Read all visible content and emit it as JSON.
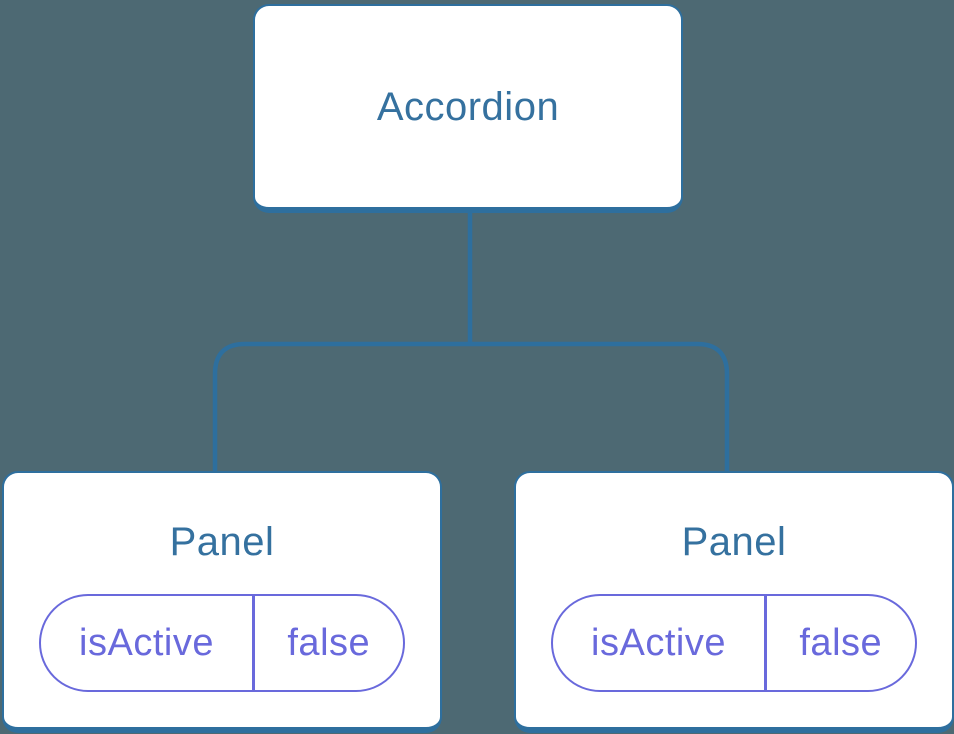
{
  "diagram": {
    "type": "component-tree",
    "root": {
      "label": "Accordion"
    },
    "children": [
      {
        "label": "Panel",
        "state": {
          "key": "isActive",
          "value": "false"
        }
      },
      {
        "label": "Panel",
        "state": {
          "key": "isActive",
          "value": "false"
        }
      }
    ],
    "colors": {
      "background": "#4d6973",
      "node_fill": "#ffffff",
      "node_border": "#2e6f9e",
      "connector": "#2e6f9e",
      "label_text": "#35719f",
      "state_accent": "#6969dc"
    }
  }
}
